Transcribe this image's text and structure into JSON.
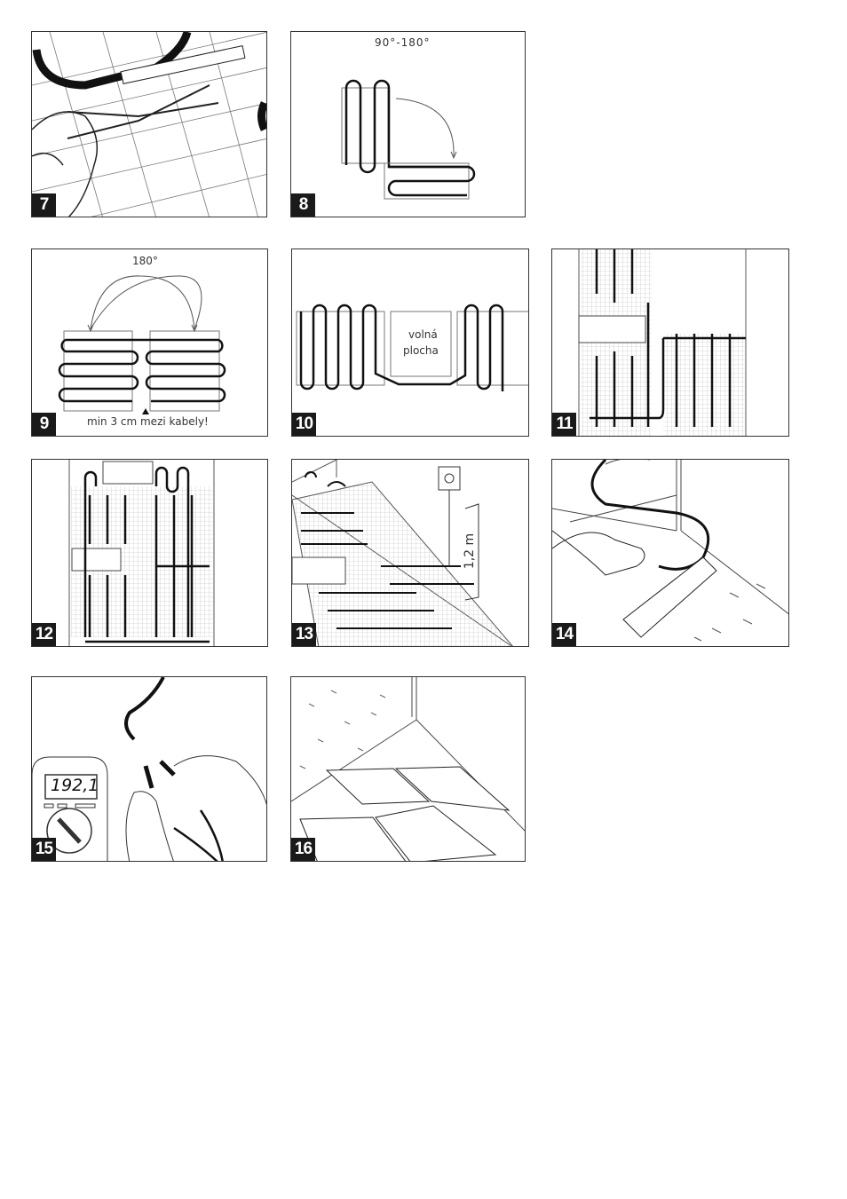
{
  "steps": [
    {
      "number": "7",
      "description_icon": "scissors-cutting-mat"
    },
    {
      "number": "8",
      "angle_label": "90°-180°"
    },
    {
      "number": "9",
      "angle_label": "180°",
      "note": "min 3 cm mezi kabely!"
    },
    {
      "number": "10",
      "free_area_line1": "volná",
      "free_area_line2": "plocha"
    },
    {
      "number": "11"
    },
    {
      "number": "12"
    },
    {
      "number": "13",
      "height_label": "1,2 m"
    },
    {
      "number": "14"
    },
    {
      "number": "15",
      "meter_reading": "192,1"
    },
    {
      "number": "16"
    }
  ],
  "colors": {
    "line": "#1a1a1a",
    "frame": "#333333",
    "mesh": "#aaaaaa"
  }
}
